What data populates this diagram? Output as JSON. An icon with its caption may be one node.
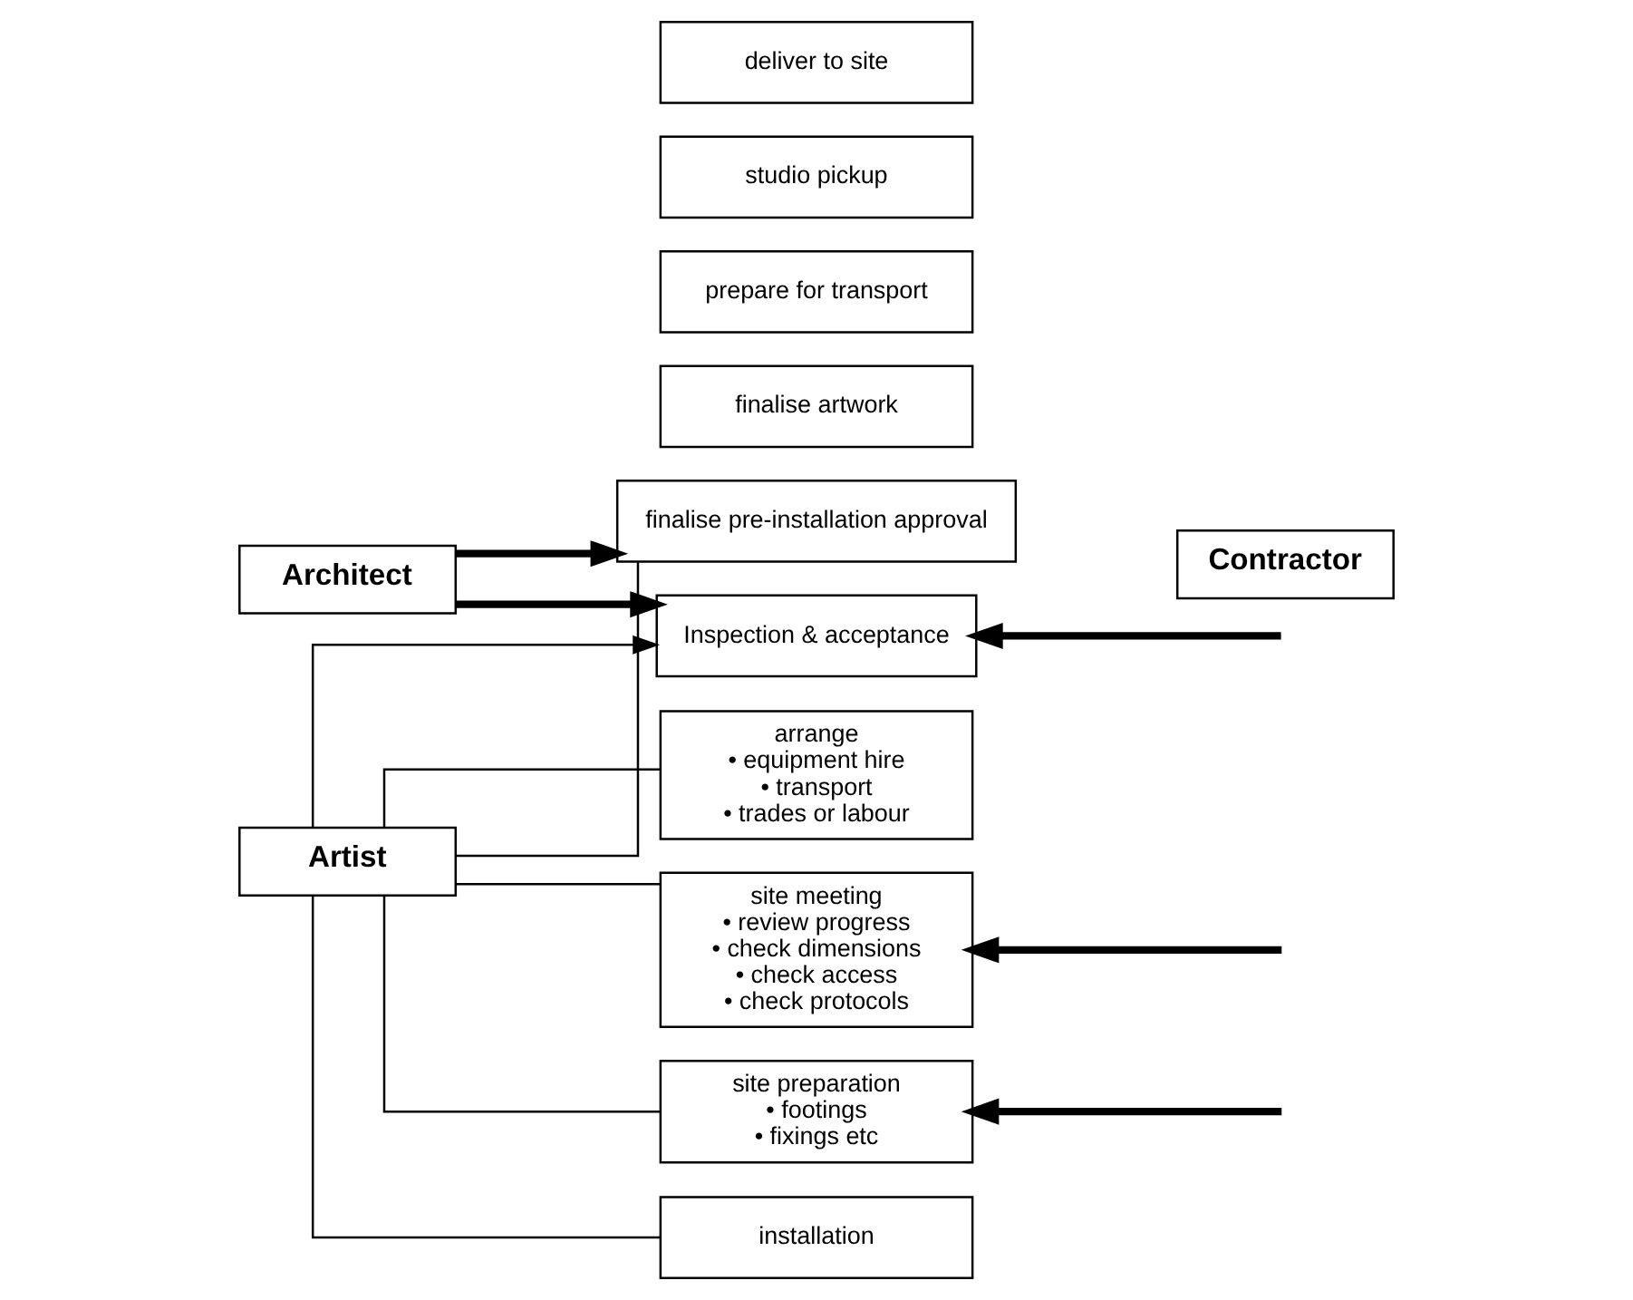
{
  "diagram": {
    "nodes": [
      {
        "text": [
          "Architect"
        ]
      },
      {
        "text": [
          "Artist"
        ]
      },
      {
        "text": [
          "Contractor"
        ]
      },
      {
        "text": [
          "site meeting",
          "• review progress",
          "• check dimensions",
          "• check access",
          "• check protocols"
        ]
      },
      {
        "text": [
          "site preparation",
          "• footings",
          "• fixings etc"
        ]
      },
      {
        "text": [
          "finalise pre-installation approval"
        ]
      },
      {
        "text": [
          "arrange",
          "• equipment hire",
          "• transport",
          "• trades or labour"
        ]
      },
      {
        "text": [
          "finalise artwork"
        ]
      },
      {
        "text": [
          "prepare for transport"
        ]
      },
      {
        "text": [
          "studio pickup"
        ]
      },
      {
        "text": [
          "deliver to site"
        ]
      },
      {
        "text": [
          "installation"
        ]
      },
      {
        "text": [
          "Inspection & acceptance"
        ]
      }
    ],
    "edges": [
      {
        "from": 0,
        "to": 5,
        "arrow": "to",
        "style": "thick"
      },
      {
        "from": 0,
        "to": 12,
        "arrow": "to",
        "style": "thick"
      },
      {
        "from": 1,
        "to": 3,
        "arrow": "none"
      },
      {
        "from": 1,
        "to": 4,
        "arrow": "none"
      },
      {
        "from": 1,
        "to": 5,
        "arrow": "none"
      },
      {
        "from": 1,
        "to": 6,
        "arrow": "none"
      },
      {
        "from": 1,
        "to": 11,
        "arrow": "none"
      },
      {
        "from": 1,
        "to": 12,
        "arrow": "to"
      },
      {
        "from": null,
        "to": 3,
        "arrow": "to",
        "style": "thick"
      },
      {
        "from": null,
        "to": 4,
        "arrow": "to",
        "style": "thick"
      },
      {
        "from": null,
        "to": 12,
        "arrow": "to",
        "style": "thick"
      }
    ]
  }
}
